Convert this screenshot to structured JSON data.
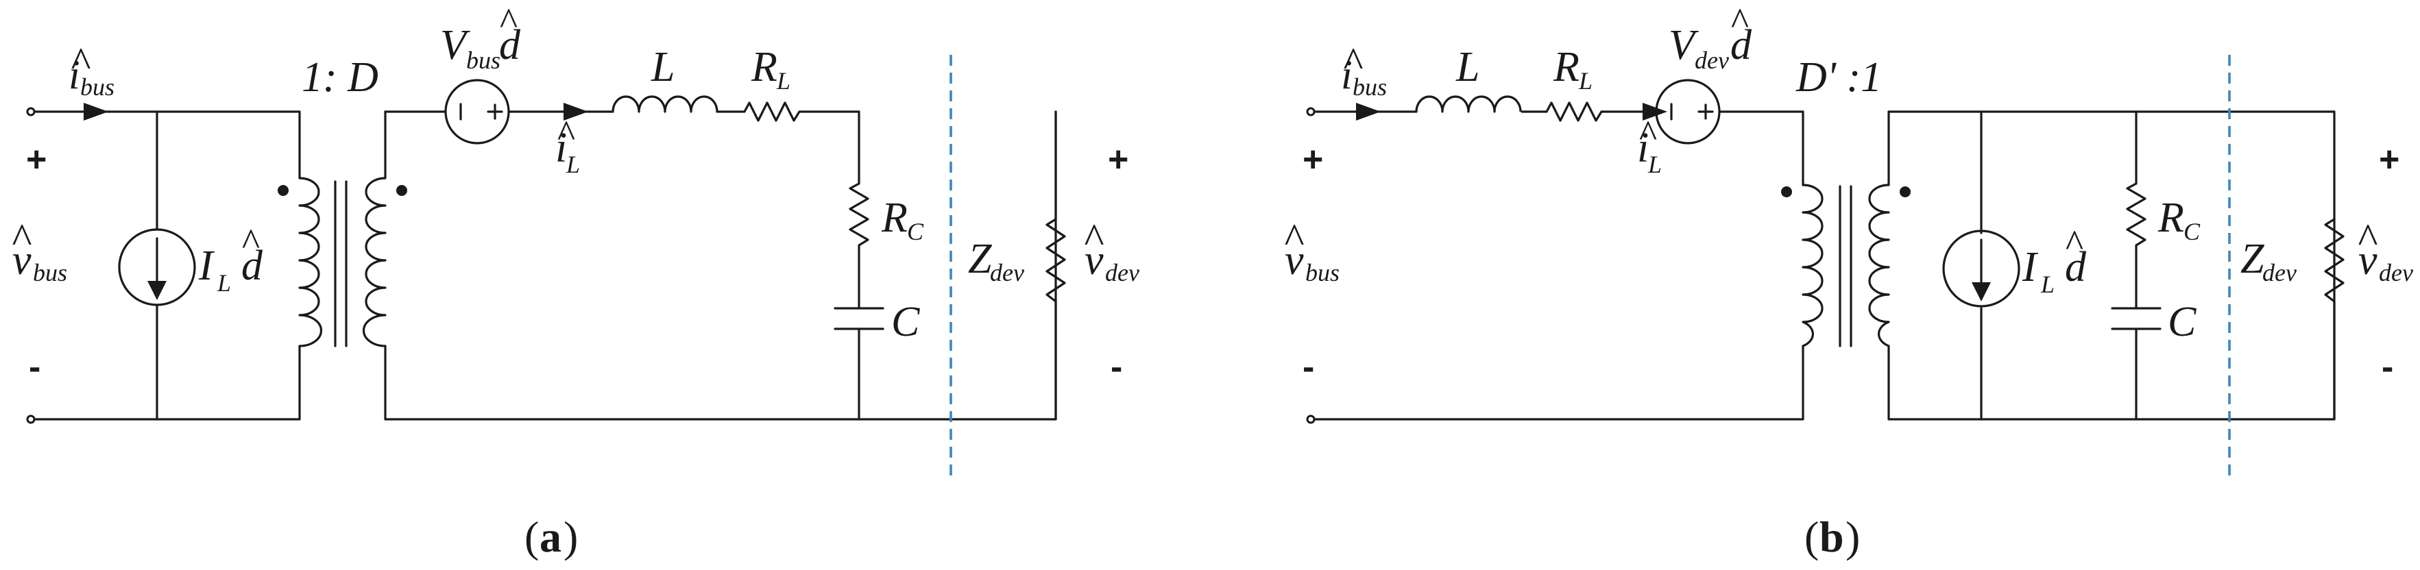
{
  "colors": {
    "wire": "#1a1a1a",
    "divider": "#3a86c8"
  },
  "panel_a": {
    "caption_letter": "a",
    "i_bus": {
      "sym": "i",
      "sub": "bus"
    },
    "v_bus": {
      "sym": "v",
      "sub": "bus"
    },
    "ratio": "1: D",
    "vsrc": {
      "sym": "V",
      "sub": "bus",
      "post": "d"
    },
    "isrc": {
      "sym": "I",
      "sub": "L",
      "post": "d"
    },
    "i_L": {
      "sym": "i",
      "sub": "L"
    },
    "L": "L",
    "R_L": {
      "sym": "R",
      "sub": "L"
    },
    "R_C": {
      "sym": "R",
      "sub": "C"
    },
    "C": "C",
    "Z_dev": {
      "sym": "Z",
      "sub": "dev"
    },
    "v_dev": {
      "sym": "v",
      "sub": "dev"
    },
    "plus": "+",
    "minus": "-"
  },
  "panel_b": {
    "caption_letter": "b",
    "i_bus": {
      "sym": "i",
      "sub": "bus"
    },
    "v_bus": {
      "sym": "v",
      "sub": "bus"
    },
    "ratio": "D' :1",
    "vsrc": {
      "sym": "V",
      "sub": "dev",
      "post": "d"
    },
    "isrc": {
      "sym": "I",
      "sub": "L",
      "post": "d"
    },
    "i_L": {
      "sym": "i",
      "sub": "L"
    },
    "L": "L",
    "R_L": {
      "sym": "R",
      "sub": "L"
    },
    "R_C": {
      "sym": "R",
      "sub": "C"
    },
    "C": "C",
    "Z_dev": {
      "sym": "Z",
      "sub": "dev"
    },
    "v_dev": {
      "sym": "v",
      "sub": "dev"
    },
    "plus": "+",
    "minus": "-"
  }
}
